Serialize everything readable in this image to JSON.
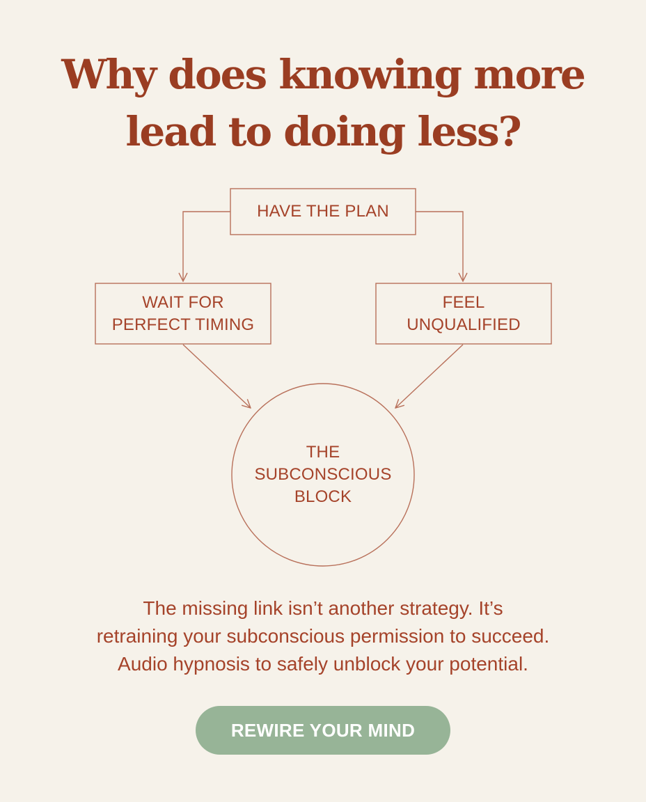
{
  "headline": {
    "line1": "Why does knowing more",
    "line2": "lead to doing less?"
  },
  "diagram": {
    "top_node": {
      "label": "HAVE THE PLAN"
    },
    "left_node": {
      "line1": "WAIT FOR",
      "line2": "PERFECT TIMING"
    },
    "right_node": {
      "line1": "FEEL",
      "line2": "UNQUALIFIED"
    },
    "center_node": {
      "line1": "THE",
      "line2": "SUBCONSCIOUS",
      "line3": "BLOCK"
    }
  },
  "body": {
    "line1": "The missing link isn’t another strategy. It’s",
    "line2": "retraining your subconscious permission to succeed.",
    "line3": "Audio hypnosis to safely unblock your potential."
  },
  "cta": {
    "label": "REWIRE YOUR MIND"
  },
  "colors": {
    "background": "#f6f2ea",
    "accent": "#a5432a",
    "button": "#97b497"
  }
}
